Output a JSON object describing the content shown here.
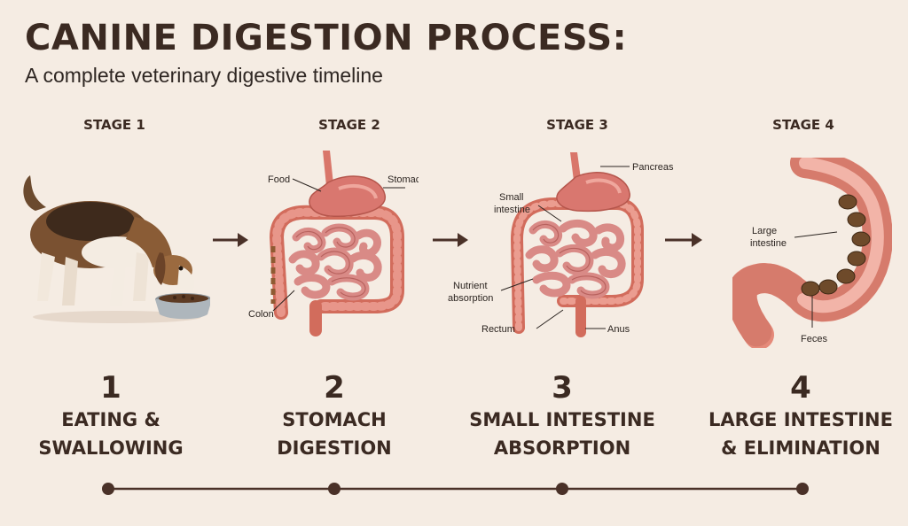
{
  "header": {
    "title": "CANINE DIGESTION PROCESS:",
    "subtitle": "A complete veterinary digestive timeline"
  },
  "stages": [
    {
      "stage_label": "STAGE 1",
      "number": "1",
      "title_line1": "EATING &",
      "title_line2": "SWALLOWING",
      "annotations": {}
    },
    {
      "stage_label": "STAGE 2",
      "number": "2",
      "title_line1": "STOMACH",
      "title_line2": "DIGESTION",
      "annotations": {
        "food": "Food",
        "stomach": "Stomach",
        "colon": "Colon"
      }
    },
    {
      "stage_label": "STAGE 3",
      "number": "3",
      "title_line1": "SMALL INTESTINE",
      "title_line2": "ABSORPTION",
      "annotations": {
        "pancreas": "Pancreas",
        "small_intestine_1": "Small",
        "small_intestine_2": "intestine",
        "nutrient_1": "Nutrient",
        "nutrient_2": "absorption",
        "rectum": "Rectum",
        "anus": "Anus"
      }
    },
    {
      "stage_label": "STAGE 4",
      "number": "4",
      "title_line1": "LARGE INTESTINE",
      "title_line2": "& ELIMINATION",
      "annotations": {
        "large_1": "Large",
        "large_2": "intestine",
        "feces": "Feces"
      }
    }
  ],
  "colors": {
    "background": "#f5ece3",
    "text": "#3b2a22",
    "tissue": "#e58a7a",
    "tissue_dark": "#c1574a",
    "timeline": "#4a3128"
  }
}
